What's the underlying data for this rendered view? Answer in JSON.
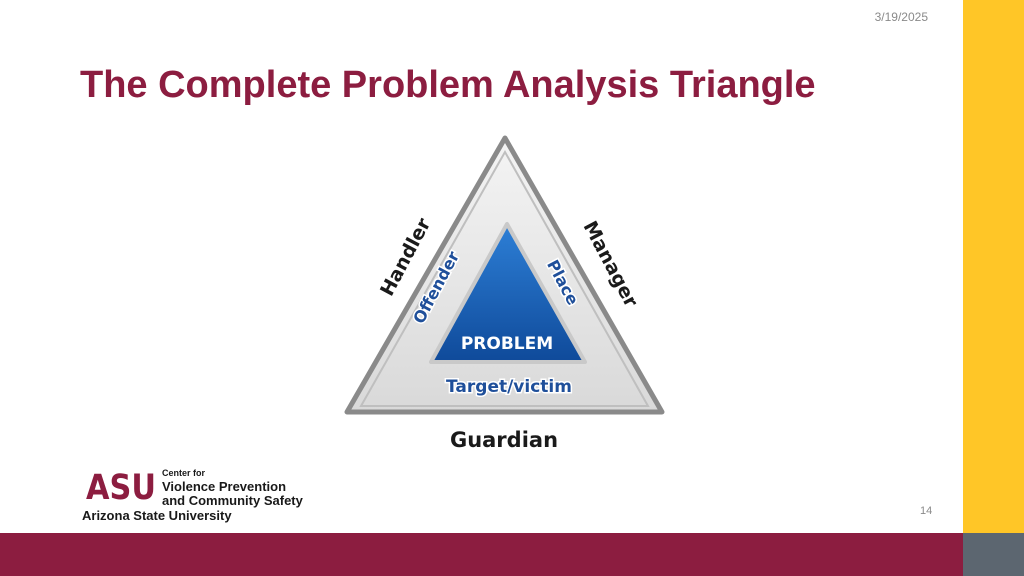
{
  "header": {
    "date": "3/19/2025"
  },
  "slide": {
    "title": "The Complete Problem Analysis Triangle",
    "page_number": "14"
  },
  "diagram": {
    "center": "PROBLEM",
    "inner_left": "Offender",
    "inner_right": "Place",
    "inner_bottom": "Target/victim",
    "outer_left": "Handler",
    "outer_right": "Manager",
    "outer_bottom": "Guardian"
  },
  "footer": {
    "logo_mark": "ASU",
    "center_line1": "Center for",
    "center_line2": "Violence Prevention",
    "center_line3": "and Community Safety",
    "university": "Arizona State University"
  },
  "colors": {
    "maroon": "#8C1D40",
    "gold": "#FFC627",
    "gray": "#5C6670",
    "triangle_blue": "#1a5fb4"
  }
}
